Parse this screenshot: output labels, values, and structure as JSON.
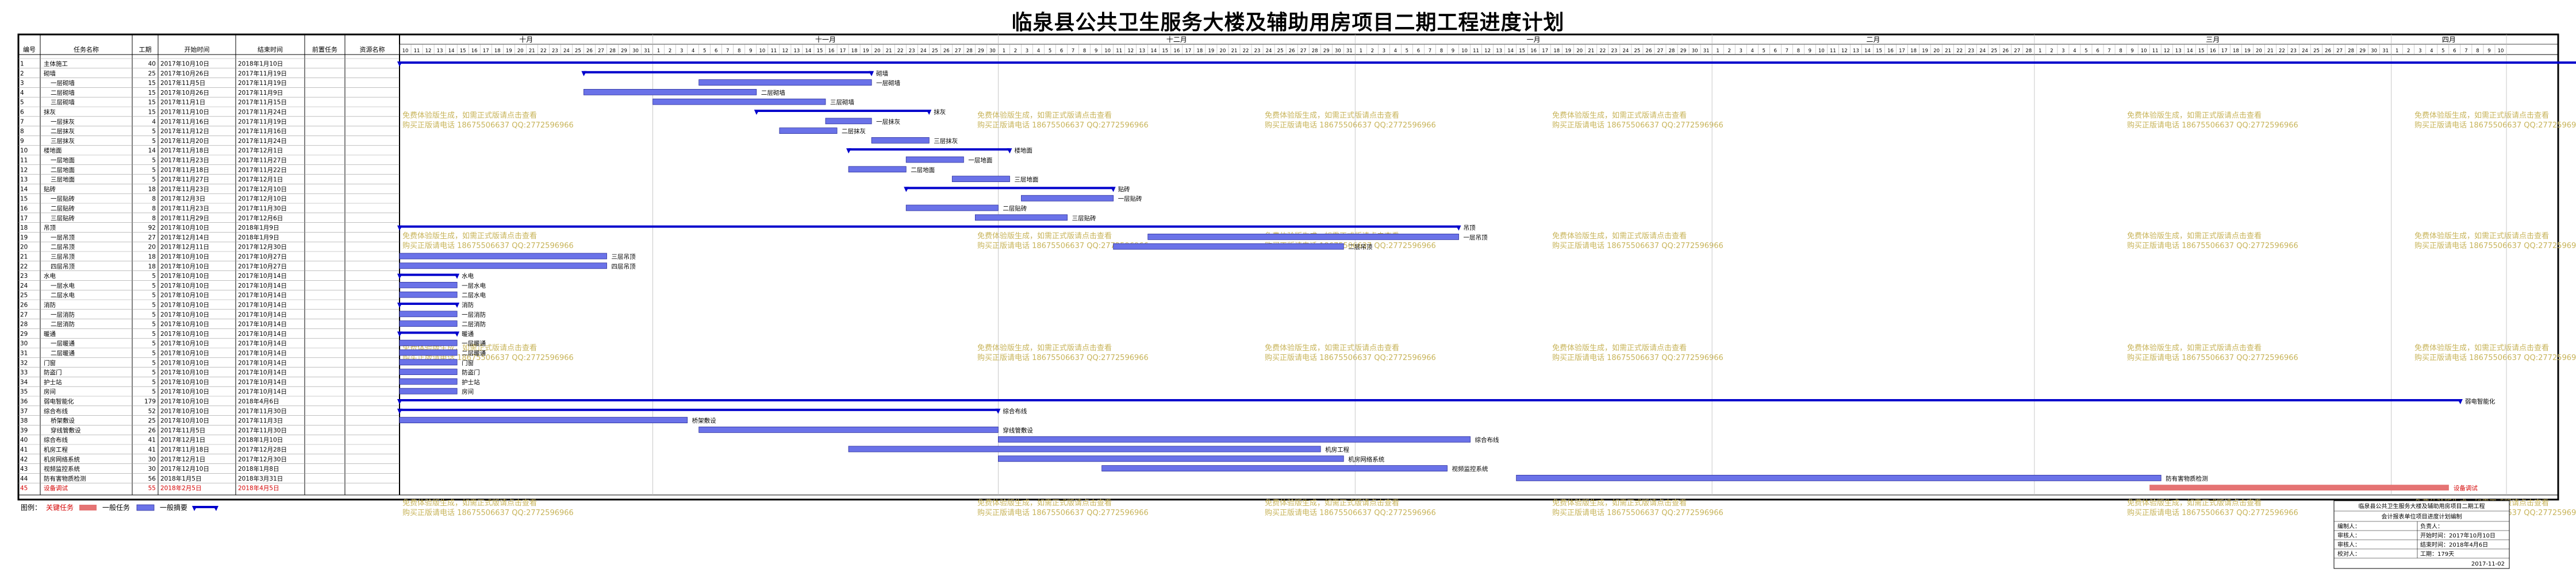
{
  "title": "临泉县公共卫生服务大楼及辅助用房项目二期工程进度计划",
  "table_headers": [
    "编号",
    "任务名称",
    "工期",
    "开始时间",
    "结束时间",
    "前置任务",
    "资源名称"
  ],
  "months": [
    {
      "label": "十月",
      "days": 22
    },
    {
      "label": "十一月",
      "days": 30
    },
    {
      "label": "十二月",
      "days": 31
    },
    {
      "label": "一月",
      "days": 31
    },
    {
      "label": "二月",
      "days": 28
    },
    {
      "label": "三月",
      "days": 31
    },
    {
      "label": "四月",
      "days": 10
    }
  ],
  "first_day": 10,
  "watermark": [
    "免费体验版生成，如需正式版请点击查看",
    "购买正版请电话 18675506637 QQ:2772596966"
  ],
  "colors": {
    "summary": "#0000cc",
    "task": "#6a72e8",
    "task_stroke": "#2b2f9c",
    "critical": "#e57373",
    "red_text": "#d40000",
    "watermark": "#c8b45a"
  },
  "tasks": [
    {
      "id": "1",
      "name": "主体施工",
      "dur": "40",
      "start": "2017年10月10日",
      "end": "2018年1月10日",
      "s": 0,
      "d": 190,
      "type": "summary",
      "label": "主体施工",
      "indent": 0
    },
    {
      "id": "2",
      "name": "砌墙",
      "dur": "25",
      "start": "2017年10月26日",
      "end": "2017年11月19日",
      "s": 16,
      "d": 25,
      "type": "summary",
      "label": "砌墙",
      "indent": 0
    },
    {
      "id": "3",
      "name": "一层砌墙",
      "dur": "15",
      "start": "2017年11月5日",
      "end": "2017年11月19日",
      "s": 26,
      "d": 15,
      "type": "task",
      "label": "一层砌墙",
      "indent": 1
    },
    {
      "id": "4",
      "name": "二层砌墙",
      "dur": "15",
      "start": "2017年10月26日",
      "end": "2017年11月9日",
      "s": 16,
      "d": 15,
      "type": "task",
      "label": "二层砌墙",
      "indent": 1
    },
    {
      "id": "5",
      "name": "三层砌墙",
      "dur": "15",
      "start": "2017年11月1日",
      "end": "2017年11月15日",
      "s": 22,
      "d": 15,
      "type": "task",
      "label": "三层砌墙",
      "indent": 1
    },
    {
      "id": "6",
      "name": "抹灰",
      "dur": "15",
      "start": "2017年11月10日",
      "end": "2017年11月24日",
      "s": 31,
      "d": 15,
      "type": "summary",
      "label": "抹灰",
      "indent": 0
    },
    {
      "id": "7",
      "name": "一层抹灰",
      "dur": "4",
      "start": "2017年11月16日",
      "end": "2017年11月19日",
      "s": 37,
      "d": 4,
      "type": "task",
      "label": "一层抹灰",
      "indent": 1
    },
    {
      "id": "8",
      "name": "二层抹灰",
      "dur": "5",
      "start": "2017年11月12日",
      "end": "2017年11月16日",
      "s": 33,
      "d": 5,
      "type": "task",
      "label": "二层抹灰",
      "indent": 1
    },
    {
      "id": "9",
      "name": "三层抹灰",
      "dur": "5",
      "start": "2017年11月20日",
      "end": "2017年11月24日",
      "s": 41,
      "d": 5,
      "type": "task",
      "label": "三层抹灰",
      "indent": 1
    },
    {
      "id": "10",
      "name": "楼地面",
      "dur": "14",
      "start": "2017年11月18日",
      "end": "2017年12月1日",
      "s": 39,
      "d": 14,
      "type": "summary",
      "label": "楼地面",
      "indent": 0
    },
    {
      "id": "11",
      "name": "一层地面",
      "dur": "5",
      "start": "2017年11月23日",
      "end": "2017年11月27日",
      "s": 44,
      "d": 5,
      "type": "task",
      "label": "一层地面",
      "indent": 1
    },
    {
      "id": "12",
      "name": "二层地面",
      "dur": "5",
      "start": "2017年11月18日",
      "end": "2017年11月22日",
      "s": 39,
      "d": 5,
      "type": "task",
      "label": "二层地面",
      "indent": 1
    },
    {
      "id": "13",
      "name": "三层地面",
      "dur": "5",
      "start": "2017年11月27日",
      "end": "2017年12月1日",
      "s": 48,
      "d": 5,
      "type": "task",
      "label": "三层地面",
      "indent": 1
    },
    {
      "id": "14",
      "name": "贴砖",
      "dur": "18",
      "start": "2017年11月23日",
      "end": "2017年12月10日",
      "s": 44,
      "d": 18,
      "type": "summary",
      "label": "贴砖",
      "indent": 0
    },
    {
      "id": "15",
      "name": "一层贴砖",
      "dur": "8",
      "start": "2017年12月3日",
      "end": "2017年12月10日",
      "s": 54,
      "d": 8,
      "type": "task",
      "label": "一层贴砖",
      "indent": 1
    },
    {
      "id": "16",
      "name": "二层贴砖",
      "dur": "8",
      "start": "2017年11月23日",
      "end": "2017年11月30日",
      "s": 44,
      "d": 8,
      "type": "task",
      "label": "二层贴砖",
      "indent": 1
    },
    {
      "id": "17",
      "name": "三层贴砖",
      "dur": "8",
      "start": "2017年11月29日",
      "end": "2017年12月6日",
      "s": 50,
      "d": 8,
      "type": "task",
      "label": "三层贴砖",
      "indent": 1
    },
    {
      "id": "18",
      "name": "吊顶",
      "dur": "92",
      "start": "2017年10月10日",
      "end": "2018年1月9日",
      "s": 0,
      "d": 92,
      "type": "summary",
      "label": "吊顶",
      "indent": 0
    },
    {
      "id": "19",
      "name": "一层吊顶",
      "dur": "27",
      "start": "2017年12月14日",
      "end": "2018年1月9日",
      "s": 65,
      "d": 27,
      "type": "task",
      "label": "一层吊顶",
      "indent": 1
    },
    {
      "id": "20",
      "name": "二层吊顶",
      "dur": "20",
      "start": "2017年12月11日",
      "end": "2017年12月30日",
      "s": 62,
      "d": 20,
      "type": "task",
      "label": "二层吊顶",
      "indent": 1
    },
    {
      "id": "21",
      "name": "三层吊顶",
      "dur": "18",
      "start": "2017年10月10日",
      "end": "2017年10月27日",
      "s": 0,
      "d": 18,
      "type": "task",
      "label": "三层吊顶",
      "indent": 1
    },
    {
      "id": "22",
      "name": "四层吊顶",
      "dur": "18",
      "start": "2017年10月10日",
      "end": "2017年10月27日",
      "s": 0,
      "d": 18,
      "type": "task",
      "label": "四层吊顶",
      "indent": 1
    },
    {
      "id": "23",
      "name": "水电",
      "dur": "5",
      "start": "2017年10月10日",
      "end": "2017年10月14日",
      "s": 0,
      "d": 5,
      "type": "summary",
      "label": "水电",
      "indent": 0
    },
    {
      "id": "24",
      "name": "一层水电",
      "dur": "5",
      "start": "2017年10月10日",
      "end": "2017年10月14日",
      "s": 0,
      "d": 5,
      "type": "task",
      "label": "一层水电",
      "indent": 1
    },
    {
      "id": "25",
      "name": "二层水电",
      "dur": "5",
      "start": "2017年10月10日",
      "end": "2017年10月14日",
      "s": 0,
      "d": 5,
      "type": "task",
      "label": "二层水电",
      "indent": 1
    },
    {
      "id": "26",
      "name": "消防",
      "dur": "5",
      "start": "2017年10月10日",
      "end": "2017年10月14日",
      "s": 0,
      "d": 5,
      "type": "summary",
      "label": "消防",
      "indent": 0
    },
    {
      "id": "27",
      "name": "一层消防",
      "dur": "5",
      "start": "2017年10月10日",
      "end": "2017年10月14日",
      "s": 0,
      "d": 5,
      "type": "task",
      "label": "一层消防",
      "indent": 1
    },
    {
      "id": "28",
      "name": "二层消防",
      "dur": "5",
      "start": "2017年10月10日",
      "end": "2017年10月14日",
      "s": 0,
      "d": 5,
      "type": "task",
      "label": "二层消防",
      "indent": 1
    },
    {
      "id": "29",
      "name": "暖通",
      "dur": "5",
      "start": "2017年10月10日",
      "end": "2017年10月14日",
      "s": 0,
      "d": 5,
      "type": "summary",
      "label": "暖通",
      "indent": 0
    },
    {
      "id": "30",
      "name": "一层暖通",
      "dur": "5",
      "start": "2017年10月10日",
      "end": "2017年10月14日",
      "s": 0,
      "d": 5,
      "type": "task",
      "label": "一层暖通",
      "indent": 1
    },
    {
      "id": "31",
      "name": "二层暖通",
      "dur": "5",
      "start": "2017年10月10日",
      "end": "2017年10月14日",
      "s": 0,
      "d": 5,
      "type": "task",
      "label": "二层暖通",
      "indent": 1
    },
    {
      "id": "32",
      "name": "门窗",
      "dur": "5",
      "start": "2017年10月10日",
      "end": "2017年10月14日",
      "s": 0,
      "d": 5,
      "type": "task",
      "label": "门窗",
      "indent": 0
    },
    {
      "id": "33",
      "name": "防盗门",
      "dur": "5",
      "start": "2017年10月10日",
      "end": "2017年10月14日",
      "s": 0,
      "d": 5,
      "type": "task",
      "label": "防盗门",
      "indent": 0
    },
    {
      "id": "34",
      "name": "护士站",
      "dur": "5",
      "start": "2017年10月10日",
      "end": "2017年10月14日",
      "s": 0,
      "d": 5,
      "type": "task",
      "label": "护士站",
      "indent": 0
    },
    {
      "id": "35",
      "name": "房间",
      "dur": "5",
      "start": "2017年10月10日",
      "end": "2017年10月14日",
      "s": 0,
      "d": 5,
      "type": "task",
      "label": "房间",
      "indent": 0
    },
    {
      "id": "36",
      "name": "弱电智能化",
      "dur": "179",
      "start": "2017年10月10日",
      "end": "2018年4月6日",
      "s": 0,
      "d": 179,
      "type": "summary",
      "label": "弱电智能化",
      "indent": 0
    },
    {
      "id": "37",
      "name": "综合布线",
      "dur": "52",
      "start": "2017年10月10日",
      "end": "2017年11月30日",
      "s": 0,
      "d": 52,
      "type": "summary",
      "label": "综合布线",
      "indent": 0
    },
    {
      "id": "38",
      "name": "桥架敷设",
      "dur": "25",
      "start": "2017年10月10日",
      "end": "2017年11月3日",
      "s": 0,
      "d": 25,
      "type": "task",
      "label": "桥架敷设",
      "indent": 1
    },
    {
      "id": "39",
      "name": "穿线管敷设",
      "dur": "26",
      "start": "2017年11月5日",
      "end": "2017年11月30日",
      "s": 26,
      "d": 26,
      "type": "task",
      "label": "穿线管敷设",
      "indent": 1
    },
    {
      "id": "40",
      "name": "综合布线",
      "dur": "41",
      "start": "2017年12月1日",
      "end": "2018年1月10日",
      "s": 52,
      "d": 41,
      "type": "task",
      "label": "综合布线",
      "indent": 0
    },
    {
      "id": "41",
      "name": "机房工程",
      "dur": "41",
      "start": "2017年11月18日",
      "end": "2017年12月28日",
      "s": 39,
      "d": 41,
      "type": "task",
      "label": "机房工程",
      "indent": 0
    },
    {
      "id": "42",
      "name": "机房网络系统",
      "dur": "30",
      "start": "2017年12月1日",
      "end": "2017年12月30日",
      "s": 52,
      "d": 30,
      "type": "task",
      "label": "机房网络系统",
      "indent": 0
    },
    {
      "id": "43",
      "name": "视频监控系统",
      "dur": "30",
      "start": "2017年12月10日",
      "end": "2018年1月8日",
      "s": 61,
      "d": 30,
      "type": "task",
      "label": "视频监控系统",
      "indent": 0
    },
    {
      "id": "44",
      "name": "防有害物质检测",
      "dur": "56",
      "start": "2018年1月5日",
      "end": "2018年3月31日",
      "s": 97,
      "d": 56,
      "type": "task",
      "label": "防有害物质检测",
      "indent": 0
    },
    {
      "id": "45",
      "name": "设备调试",
      "dur": "55",
      "start": "2018年2月5日",
      "end": "2018年4月5日",
      "s": 152,
      "d": 26,
      "type": "critical",
      "label": "设备调试",
      "indent": 0
    }
  ],
  "legend": {
    "label": "图例：",
    "items": [
      "关键任务",
      "一般任务",
      "一般摘要"
    ]
  },
  "info_box": {
    "title": "临泉县公共卫生服务大楼及辅助用房项目二期工程",
    "subtitle": "会计报表单位项目进度计划编制",
    "rows": [
      [
        "编制人：",
        "负责人："
      ],
      [
        "审核人：",
        "开始时间：2017年10月10日"
      ],
      [
        "审核人：",
        "结束时间：2018年4月6日"
      ],
      [
        "校对人：",
        "工期：179天"
      ]
    ],
    "date": "2017-11-02"
  }
}
